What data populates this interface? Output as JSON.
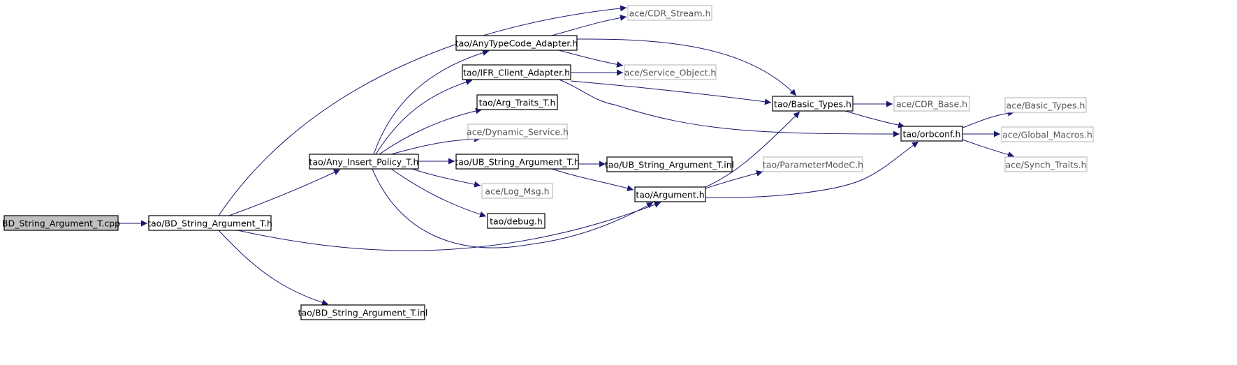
{
  "diagram": {
    "nodes": [
      {
        "id": "bd_cpp",
        "label": "BD_String_Argument_T.cpp",
        "kind": "root"
      },
      {
        "id": "bd_h",
        "label": "tao/BD_String_Argument_T.h",
        "kind": "file"
      },
      {
        "id": "bd_inl",
        "label": "tao/BD_String_Argument_T.inl",
        "kind": "file"
      },
      {
        "id": "any_insert",
        "label": "tao/Any_Insert_Policy_T.h",
        "kind": "file"
      },
      {
        "id": "anytypecode",
        "label": "tao/AnyTypeCode_Adapter.h",
        "kind": "file"
      },
      {
        "id": "ifr",
        "label": "tao/IFR_Client_Adapter.h",
        "kind": "file"
      },
      {
        "id": "arg_traits",
        "label": "tao/Arg_Traits_T.h",
        "kind": "file"
      },
      {
        "id": "dyn_service",
        "label": "ace/Dynamic_Service.h",
        "kind": "external"
      },
      {
        "id": "ub_h",
        "label": "tao/UB_String_Argument_T.h",
        "kind": "file"
      },
      {
        "id": "log_msg",
        "label": "ace/Log_Msg.h",
        "kind": "external"
      },
      {
        "id": "debug",
        "label": "tao/debug.h",
        "kind": "file"
      },
      {
        "id": "cdr_stream",
        "label": "ace/CDR_Stream.h",
        "kind": "external"
      },
      {
        "id": "service_obj",
        "label": "ace/Service_Object.h",
        "kind": "external"
      },
      {
        "id": "ub_inl",
        "label": "tao/UB_String_Argument_T.inl",
        "kind": "file"
      },
      {
        "id": "argument",
        "label": "tao/Argument.h",
        "kind": "file"
      },
      {
        "id": "param_mode",
        "label": "tao/ParameterModeC.h",
        "kind": "external"
      },
      {
        "id": "basic_types",
        "label": "tao/Basic_Types.h",
        "kind": "file"
      },
      {
        "id": "cdr_base",
        "label": "ace/CDR_Base.h",
        "kind": "external"
      },
      {
        "id": "orbconf",
        "label": "tao/orbconf.h",
        "kind": "file"
      },
      {
        "id": "ace_basic",
        "label": "ace/Basic_Types.h",
        "kind": "external"
      },
      {
        "id": "global_macros",
        "label": "ace/Global_Macros.h",
        "kind": "external"
      },
      {
        "id": "synch_traits",
        "label": "ace/Synch_Traits.h",
        "kind": "external"
      }
    ],
    "edges": [
      {
        "from": "bd_cpp",
        "to": "bd_h"
      },
      {
        "from": "bd_h",
        "to": "cdr_stream"
      },
      {
        "from": "bd_h",
        "to": "any_insert"
      },
      {
        "from": "bd_h",
        "to": "argument"
      },
      {
        "from": "bd_h",
        "to": "bd_inl"
      },
      {
        "from": "any_insert",
        "to": "anytypecode"
      },
      {
        "from": "any_insert",
        "to": "ifr"
      },
      {
        "from": "any_insert",
        "to": "arg_traits"
      },
      {
        "from": "any_insert",
        "to": "dyn_service"
      },
      {
        "from": "any_insert",
        "to": "ub_h"
      },
      {
        "from": "any_insert",
        "to": "log_msg"
      },
      {
        "from": "any_insert",
        "to": "debug"
      },
      {
        "from": "any_insert",
        "to": "argument"
      },
      {
        "from": "anytypecode",
        "to": "cdr_stream"
      },
      {
        "from": "anytypecode",
        "to": "service_obj"
      },
      {
        "from": "anytypecode",
        "to": "basic_types"
      },
      {
        "from": "ifr",
        "to": "service_obj"
      },
      {
        "from": "ifr",
        "to": "basic_types"
      },
      {
        "from": "ifr",
        "to": "orbconf"
      },
      {
        "from": "ub_h",
        "to": "ub_inl"
      },
      {
        "from": "ub_h",
        "to": "argument"
      },
      {
        "from": "argument",
        "to": "param_mode"
      },
      {
        "from": "argument",
        "to": "basic_types"
      },
      {
        "from": "argument",
        "to": "orbconf"
      },
      {
        "from": "basic_types",
        "to": "cdr_base"
      },
      {
        "from": "basic_types",
        "to": "orbconf"
      },
      {
        "from": "orbconf",
        "to": "ace_basic"
      },
      {
        "from": "orbconf",
        "to": "global_macros"
      },
      {
        "from": "orbconf",
        "to": "synch_traits"
      }
    ]
  }
}
